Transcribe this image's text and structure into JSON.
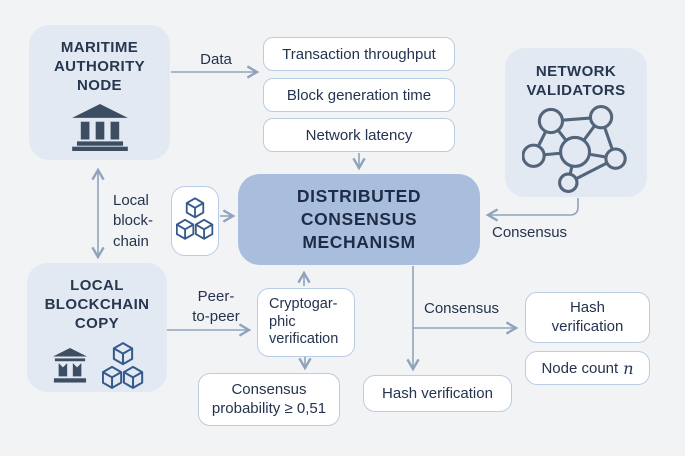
{
  "colors": {
    "background": "#f2f3f5",
    "panel_fill": "#e2e9f3",
    "accent_box_fill": "#a9bedc",
    "outline_box_border": "#b9cce5",
    "text": "#24334e",
    "arrow": "#8fa3bc",
    "bank_icon": "#3d4e63",
    "cube_icon": "#36598c",
    "network_icon": "#53657a"
  },
  "nodes": {
    "maritime_authority": {
      "lines": [
        "MARITIME",
        "AUTHORITY",
        "NODE"
      ],
      "icon": "bank-icon"
    },
    "metrics": [
      "Transaction throughput",
      "Block generation time",
      "Network latency"
    ],
    "network_validators": {
      "lines": [
        "NETWORK",
        "VALIDATORS"
      ],
      "icon": "network-graph-icon"
    },
    "consensus_mechanism": {
      "lines": [
        "DISTRIBUTED",
        "CONSENSUS",
        "MECHANISM"
      ]
    },
    "local_blockchain_cubes": {
      "icon": "blockchain-cubes-icon"
    },
    "local_blockchain_copy": {
      "lines": [
        "LOCAL",
        "BLOCKCHAIN",
        "COPY"
      ],
      "icons": [
        "bank-icon",
        "blockchain-cubes-icon"
      ]
    },
    "cryptographic_verification": {
      "lines": [
        "Cryptogar-",
        "phic",
        "verification"
      ]
    },
    "consensus_probability": {
      "lines": [
        "Consensus",
        "probability ≥ 0,51"
      ]
    },
    "hash_verification_bottom": {
      "label": "Hash verification"
    },
    "hash_verification_right": {
      "lines": [
        "Hash",
        "verification"
      ]
    },
    "node_count": {
      "label": "Node count",
      "variable": "n"
    }
  },
  "edges": {
    "data": {
      "label": "Data"
    },
    "local_blockchain": {
      "lines": [
        "Local",
        "block-",
        "chain"
      ]
    },
    "peer_to_peer": {
      "lines": [
        "Peer-",
        "to-peer"
      ]
    },
    "consensus_from_validators": {
      "label": "Consensus"
    },
    "consensus_branch": {
      "label": "Consensus"
    }
  }
}
